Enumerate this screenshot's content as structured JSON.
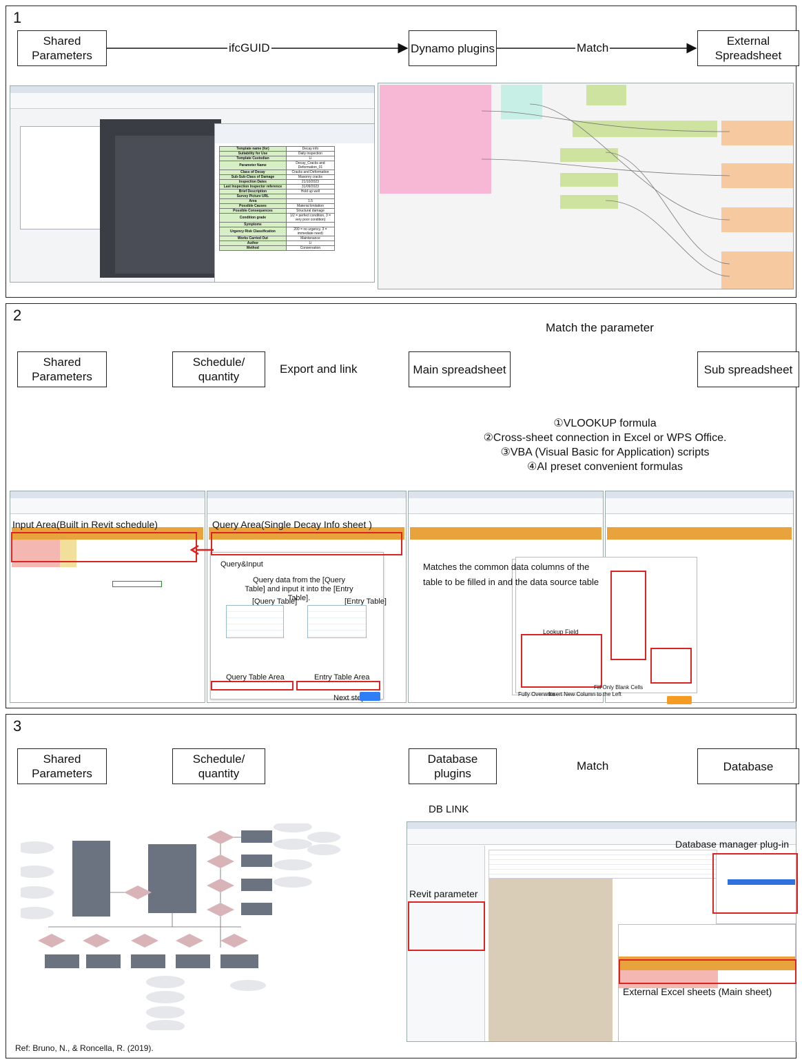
{
  "panel1": {
    "number": "1",
    "nodes": [
      "Shared Parameters",
      "Dynamo plugins",
      "External Spreadsheet"
    ],
    "connectors": [
      "ifcGUID",
      "Match"
    ],
    "spreadsheet": {
      "rows": [
        [
          "Template name (for)",
          "Decay info"
        ],
        [
          "Suitability for Use",
          "Daily inspection"
        ],
        [
          "Template Custodian",
          "Li"
        ],
        [
          "Parameter Name",
          "Decay_Cracks and Deformation_01"
        ],
        [
          "Class of Decay",
          "Cracks and Deformation"
        ],
        [
          "Sub-Sub-Class of Damage",
          "Masonry cracks"
        ],
        [
          "Inspection Dates",
          "21/10/2023"
        ],
        [
          "Last Inspection Inspector reference",
          "31/09/2023"
        ],
        [
          "Brief Description",
          "Hold up well"
        ],
        [
          "Survey Picture URL",
          ""
        ],
        [
          "Area",
          "1.5"
        ],
        [
          "Possible Causes",
          "Material limitation"
        ],
        [
          "Possible Consequences",
          "Structural damage"
        ],
        [
          "Condition grade",
          "1/2 = perfect condition, 3 = very poor condition)"
        ],
        [
          "Symptoms",
          ""
        ],
        [
          "Urgency Risk Classification",
          "200 = no urgency, 3 = immediate need)"
        ],
        [
          "Works Carried Out",
          "Maintenance"
        ],
        [
          "Author",
          "Li"
        ],
        [
          "Method",
          "Conservation"
        ]
      ]
    }
  },
  "panel2": {
    "number": "2",
    "nodes": [
      "Shared Parameters",
      "Schedule/ quantity",
      "Main spreadsheet",
      "Sub spreadsheet"
    ],
    "connectors": [
      "Export and link",
      "Match the parameter"
    ],
    "methods": [
      "①VLOOKUP formula",
      "②Cross-sheet connection in Excel or WPS Office.",
      "③VBA (Visual Basic for Application) scripts",
      "④AI preset convenient formulas"
    ],
    "annotations": {
      "input_area": "Input Area(Built in Revit schedule)",
      "query_area": "Query Area(Single Decay Info sheet )",
      "query_input": "Query&Input",
      "query_desc": "Query data from the [Query Table] and input it into the [Entry Table].",
      "query_table": "[Query Table]",
      "entry_table": "[Entry Table]",
      "query_table_area": "Query Table Area",
      "entry_table_area": "Entry Table Area",
      "next_step": "Next step",
      "matches": "Matches the common data columns of the table to be filled in and the data source table",
      "lookup_field": "Lookup Field",
      "fully_overwrite": "Fully Overwrite",
      "insert_new_column": "Insert New Column to the Left",
      "fill_blank": "Fill Only Blank Cells"
    }
  },
  "panel3": {
    "number": "3",
    "nodes": [
      "Shared Parameters",
      "Schedule/ quantity",
      "Database plugins",
      "Database"
    ],
    "connectors": [
      "Match"
    ],
    "db_link": "DB LINK",
    "annotations": {
      "db_manager": "Database manager plug-in",
      "revit_param": "Revit parameter",
      "external_excel": "External Excel sheets (Main sheet)"
    },
    "reference": "Ref: Bruno, N., & Roncella, R. (2019)."
  },
  "colors": {
    "accent_red": "#dd2222",
    "header_orange": "#e8a33d",
    "dynamo_pink": "#f7b8d6",
    "dynamo_green": "#cfe3a0",
    "dynamo_peach": "#f6c9a0",
    "er_node": "#6b7280",
    "er_diamond": "#d8b4b8"
  }
}
